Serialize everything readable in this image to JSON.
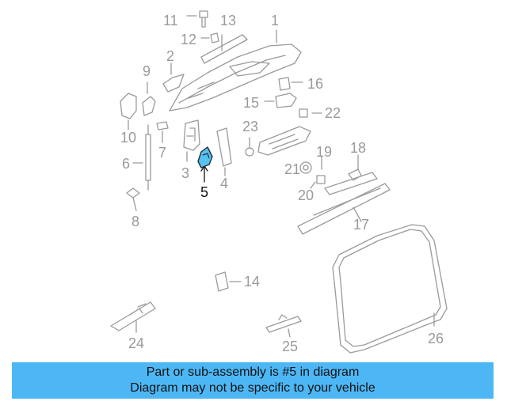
{
  "diagram": {
    "highlight_color": "#57c1f0",
    "part_color": "#9a9a9a",
    "labels": {
      "p1": "1",
      "p2": "2",
      "p3": "3",
      "p4": "4",
      "p5": "5",
      "p6": "6",
      "p7": "7",
      "p8": "8",
      "p9": "9",
      "p10": "10",
      "p11": "11",
      "p12": "12",
      "p13": "13",
      "p14": "14",
      "p15": "15",
      "p16": "16",
      "p17": "17",
      "p18": "18",
      "p19": "19",
      "p20": "20",
      "p21": "21",
      "p22": "22",
      "p23": "23",
      "p24": "24",
      "p25": "25",
      "p26": "26"
    }
  },
  "banner": {
    "line1": "Part or sub-assembly is #5 in diagram",
    "line2": "Diagram may not be specific to your vehicle",
    "color": "#4db7f5"
  }
}
